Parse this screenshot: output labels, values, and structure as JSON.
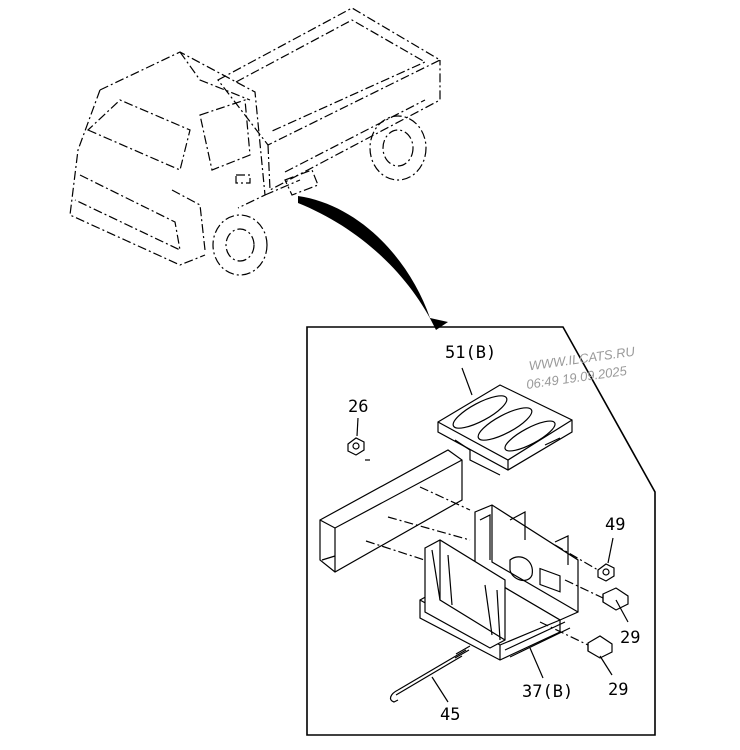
{
  "callouts": {
    "c51": "51(B)",
    "c26": "26",
    "c49": "49",
    "c29a": "29",
    "c29b": "29",
    "c37": "37(B)",
    "c45": "45"
  },
  "watermark": {
    "line1": "WWW.ILCATS.RU",
    "line2": "06:49 19.09.2025"
  }
}
